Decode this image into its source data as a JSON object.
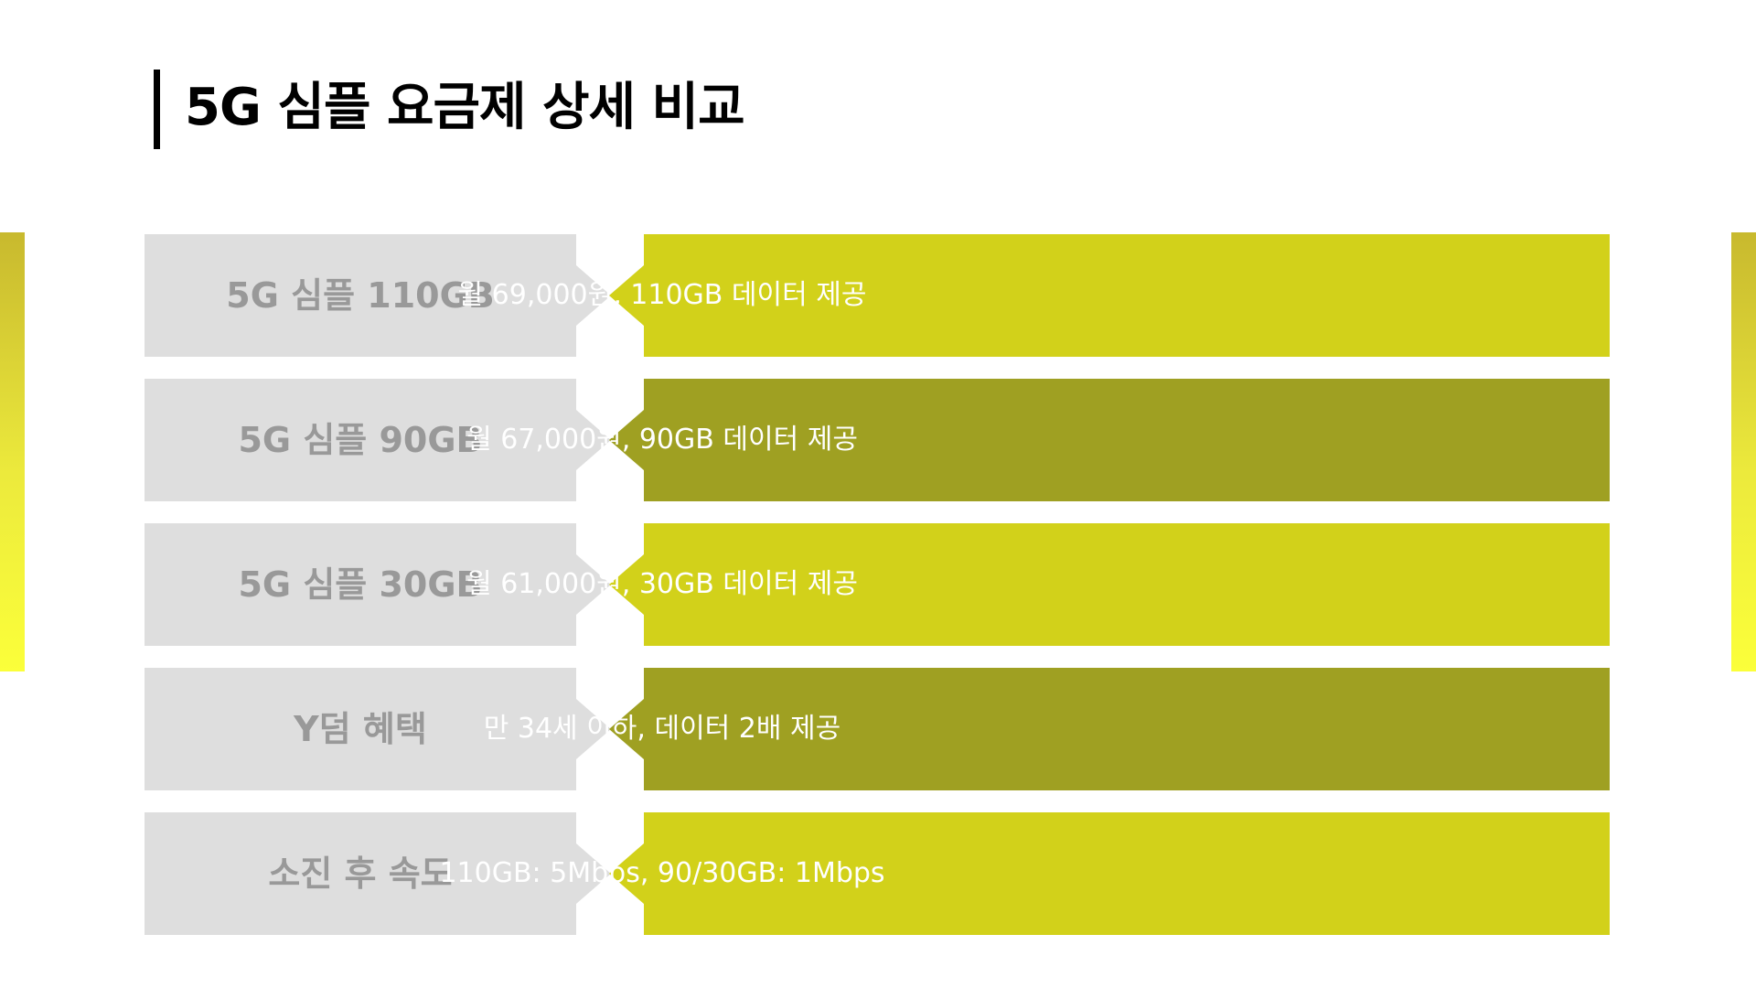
{
  "title": "5G 심플 요금제 상세 비교",
  "colors": {
    "label_bg": "#dedede",
    "label_text": "#999999",
    "value_light": "#d2d11a",
    "value_dark": "#9fa022",
    "accent_top": "#c8b92e",
    "accent_bottom": "#fbff3a"
  },
  "rows": [
    {
      "label": "5G 심플 110GB",
      "value": "월 69,000원, 110GB 데이터 제공",
      "tone": "light"
    },
    {
      "label": "5G 심플 90GB",
      "value": "월 67,000원, 90GB 데이터 제공",
      "tone": "dark"
    },
    {
      "label": "5G 심플 30GB",
      "value": "월 61,000원, 30GB 데이터 제공",
      "tone": "light"
    },
    {
      "label": "Y덤 혜택",
      "value": "만 34세 이하, 데이터 2배 제공",
      "tone": "dark"
    },
    {
      "label": "소진 후 속도",
      "value": "110GB: 5Mbps, 90/30GB: 1Mbps",
      "tone": "light"
    }
  ]
}
